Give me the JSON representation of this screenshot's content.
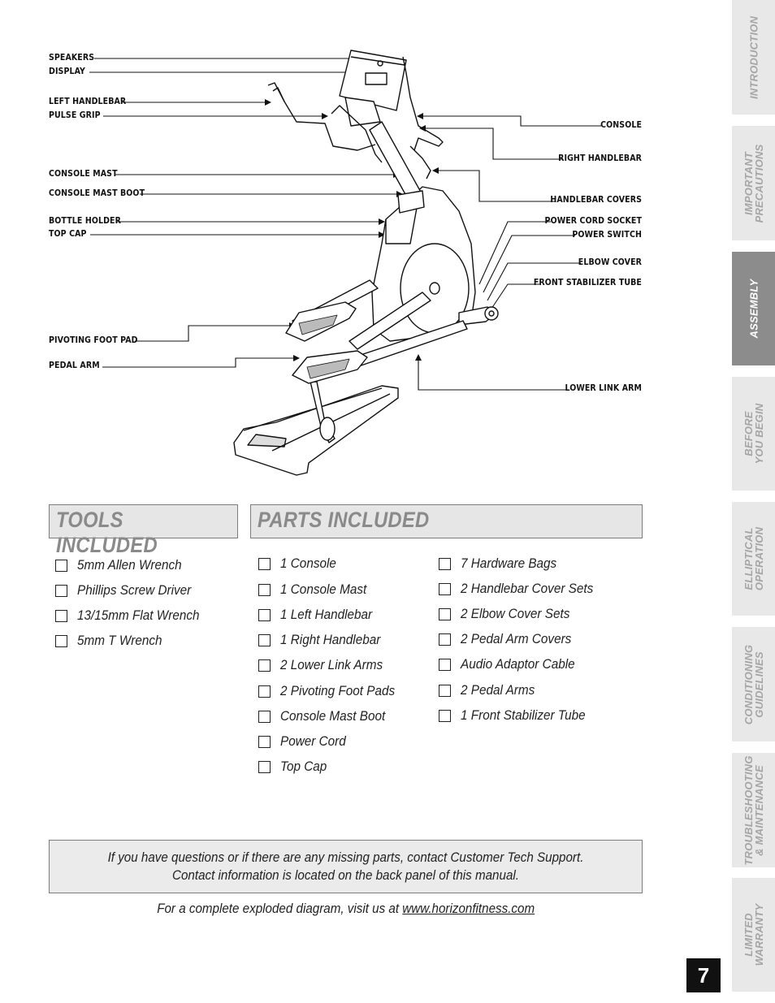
{
  "callouts_left": [
    {
      "id": "speakers",
      "label": "SPEAKERS"
    },
    {
      "id": "display",
      "label": "DISPLAY"
    },
    {
      "id": "left-handlebar",
      "label": "LEFT HANDLEBAR"
    },
    {
      "id": "pulse-grip",
      "label": "PULSE GRIP"
    },
    {
      "id": "console-mast",
      "label": "CONSOLE MAST"
    },
    {
      "id": "console-mast-boot",
      "label": "CONSOLE MAST BOOT"
    },
    {
      "id": "bottle-holder",
      "label": "BOTTLE HOLDER"
    },
    {
      "id": "top-cap",
      "label": "TOP CAP"
    },
    {
      "id": "pivoting-foot-pad",
      "label": "PIVOTING FOOT PAD"
    },
    {
      "id": "pedal-arm",
      "label": "PEDAL ARM"
    }
  ],
  "callouts_right": [
    {
      "id": "console",
      "label": "CONSOLE"
    },
    {
      "id": "right-handlebar",
      "label": "RIGHT HANDLEBAR"
    },
    {
      "id": "handlebar-covers",
      "label": "HANDLEBAR COVERS"
    },
    {
      "id": "power-cord-socket",
      "label": "POWER CORD SOCKET"
    },
    {
      "id": "power-switch",
      "label": "POWER SWITCH"
    },
    {
      "id": "elbow-cover",
      "label": "ELBOW COVER"
    },
    {
      "id": "front-stabilizer-tube",
      "label": "FRONT STABILIZER TUBE"
    },
    {
      "id": "lower-link-arm",
      "label": "LOWER LINK ARM"
    }
  ],
  "tools": {
    "title": "TOOLS INCLUDED",
    "items": [
      "5mm Allen Wrench",
      "Phillips Screw Driver",
      "13/15mm Flat Wrench",
      "5mm T Wrench"
    ]
  },
  "parts": {
    "title": "PARTS INCLUDED",
    "column1": [
      "1 Console",
      "1 Console Mast",
      "1 Left Handlebar",
      "1 Right Handlebar",
      "2 Lower Link Arms",
      "2 Pivoting Foot Pads",
      "Console Mast Boot",
      "Power Cord",
      "Top Cap"
    ],
    "column2": [
      "7 Hardware Bags",
      "2 Handlebar Cover Sets",
      "2 Elbow Cover Sets",
      "2 Pedal Arm Covers",
      "Audio Adaptor Cable",
      "2 Pedal Arms",
      "1 Front Stabilizer Tube"
    ]
  },
  "note": {
    "line1": "If you have questions or if there are any missing parts, contact Customer Tech Support.",
    "line2": "Contact information is located on the back panel of this manual."
  },
  "footer": {
    "prefix": "For a complete exploded diagram, visit us at ",
    "link": "www.horizonfitness.com"
  },
  "side_tabs": [
    {
      "lines": [
        "INTRODUCTION"
      ],
      "active": false
    },
    {
      "lines": [
        "IMPORTANT",
        "PRECAUTIONS"
      ],
      "active": false
    },
    {
      "lines": [
        "ASSEMBLY"
      ],
      "active": true
    },
    {
      "lines": [
        "BEFORE",
        "YOU BEGIN"
      ],
      "active": false
    },
    {
      "lines": [
        "ELLIPTICAL",
        "OPERATION"
      ],
      "active": false
    },
    {
      "lines": [
        "CONDITIONING",
        "GUIDELINES"
      ],
      "active": false
    },
    {
      "lines": [
        "TROUBLESHOOTING",
        "& MAINTENANCE"
      ],
      "active": false
    },
    {
      "lines": [
        "LIMITED",
        "WARRANTY"
      ],
      "active": false
    }
  ],
  "page_number": "7"
}
